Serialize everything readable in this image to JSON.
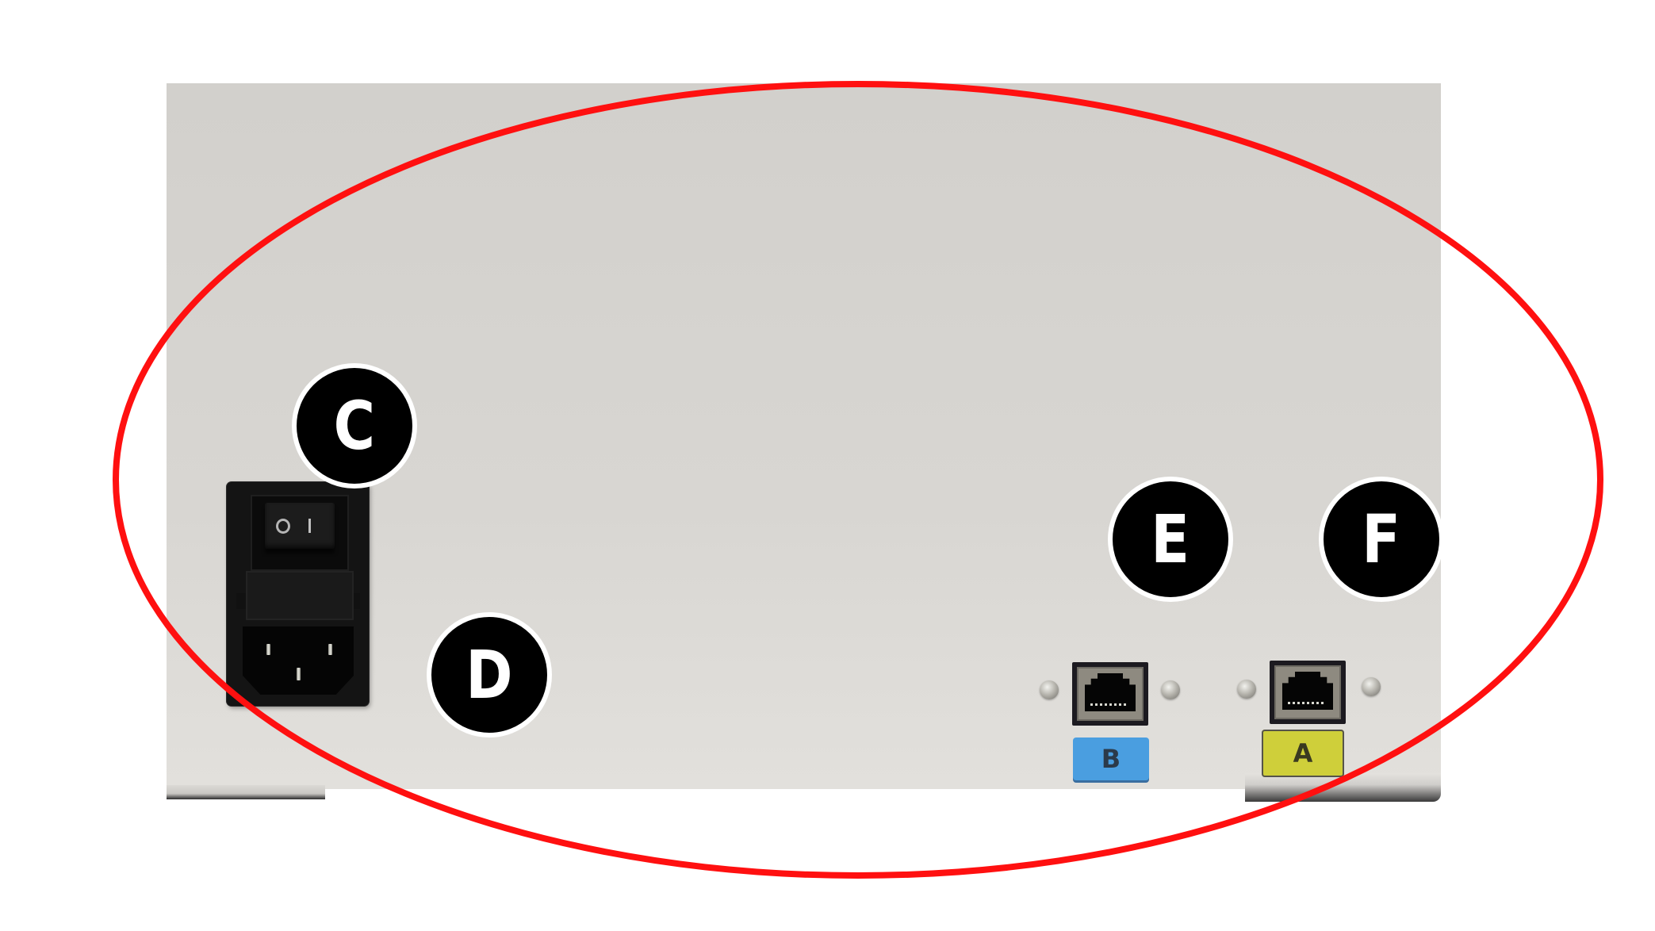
{
  "image": {
    "subject": "Instrument rear panel with labeled connectors",
    "highlight_color": "#ff1010",
    "panel_color": "#d4d2ce"
  },
  "callouts": [
    {
      "letter": "C",
      "target": "power-switch"
    },
    {
      "letter": "D",
      "target": "power-inlet"
    },
    {
      "letter": "E",
      "target": "ethernet-port-b"
    },
    {
      "letter": "F",
      "target": "ethernet-port-a"
    }
  ],
  "power_module": {
    "switch_off_symbol": "O",
    "switch_on_symbol": "I"
  },
  "ports": [
    {
      "label": "B",
      "color": "#4a9ee0"
    },
    {
      "label": "A",
      "color": "#cfcf3a"
    }
  ]
}
